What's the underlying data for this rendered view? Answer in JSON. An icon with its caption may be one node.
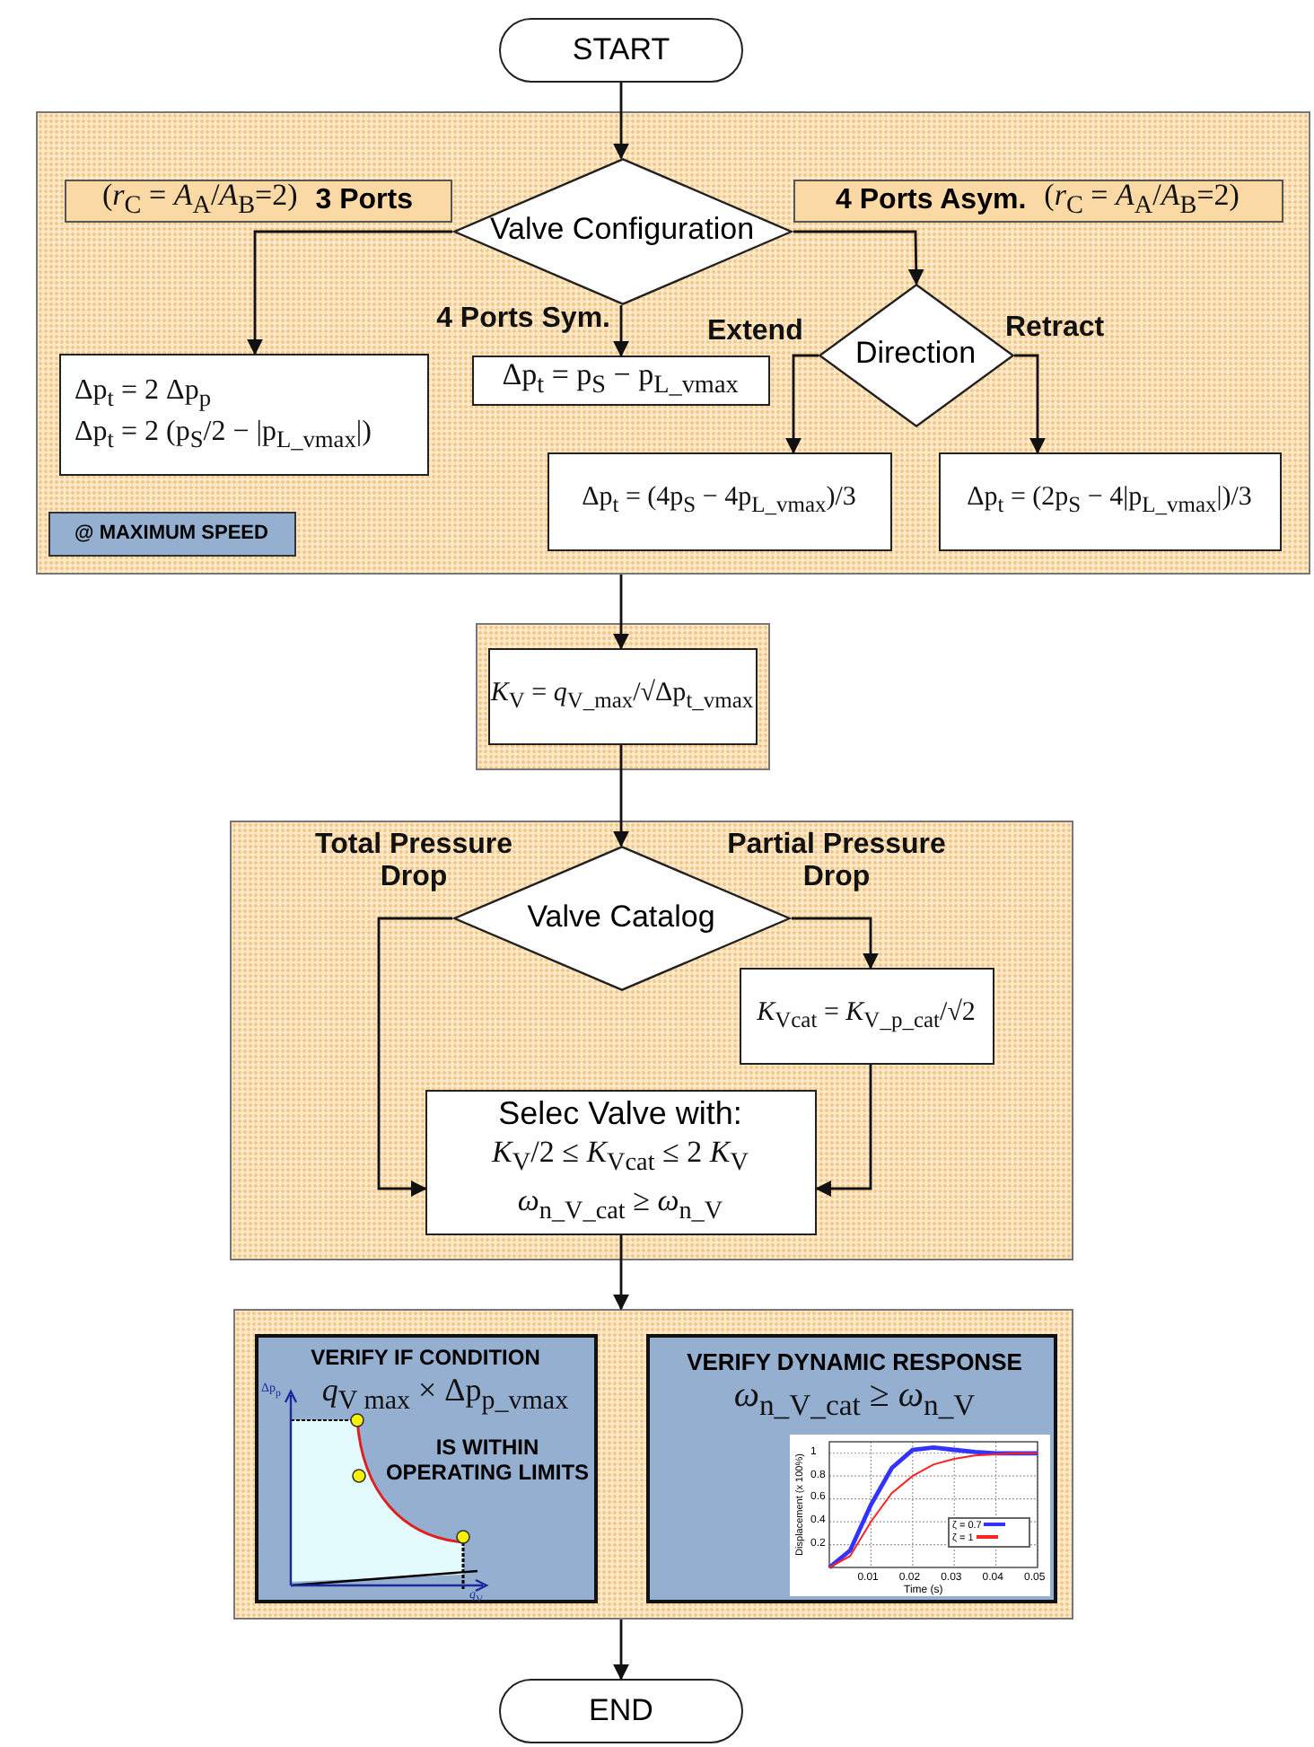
{
  "diagram": {
    "nodes": [
      {
        "text": [
          "START"
        ]
      },
      {
        "text": [],
        "shape": "box"
      },
      {
        "text": [
          "(*r*$_{C}$ = *A*$_{A}$/*A*$_{B}$=2)",
          "3 Ports"
        ],
        "in": 1
      },
      {
        "text": [
          "Valve Configuration"
        ],
        "in": 1
      },
      {
        "text": [
          "4 Ports Asym.",
          "(*r*$_{C}$ = *A*$_{A}$/*A*$_{B}$=2)"
        ],
        "in": 1
      },
      {
        "text": [
          "Δp$_{t}$ = 2 Δp$_{p}$",
          "Δp$_{t}$ = 2 (p$_{S}$/2 − |p$_{L_vmax}$|)"
        ],
        "in": 1
      },
      {
        "text": [
          "Δp$_{t}$ = p$_{S}$ − p$_{L_vmax}$"
        ],
        "in": 1
      },
      {
        "text": [
          "Direction"
        ],
        "in": 1
      },
      {
        "text": [
          "Δp$_{t}$ = (4p$_{S}$ − 4p$_{L_vmax}$)/3"
        ],
        "in": 1
      },
      {
        "text": [
          "Δp$_{t}$ = (2p$_{S}$ − 4|p$_{L_vmax}$|)/3"
        ],
        "in": 1
      },
      {
        "text": [
          "@ MAXIMUM SPEED"
        ],
        "in": 1
      },
      {
        "text": [],
        "shape": "box"
      },
      {
        "text": [
          "*K*$_{V}$ = *q*$_{V_max}$/√Δp$_{t_vmax}$"
        ],
        "in": 11
      },
      {
        "text": [],
        "shape": "box"
      },
      {
        "text": [
          "Valve Catalog"
        ],
        "in": 13
      },
      {
        "text": [
          "*K*$_{Vcat}$ = *K*$_{V_p_cat}$/√2"
        ],
        "in": 13
      },
      {
        "text": [
          "Selec Valve with:",
          "*K*$_{V}$/2 ≤ *K*$_{Vcat}$ ≤ 2 *K*$_{V}$",
          "*ω*$_{n_V_cat}$ ≥ *ω*$_{n_V}$"
        ],
        "in": 13
      },
      {
        "text": [],
        "shape": "box"
      },
      {
        "text": [
          "VERIFY IF CONDITION",
          "*q*$_{V max}$ × Δp$_{p_vmax}$",
          "IS WITHIN OPERATING LIMITS"
        ],
        "in": 17
      },
      {
        "text": [
          "VERIFY DYNAMIC RESPONSE",
          "*ω*$_{n_V_cat}$ ≥ *ω*$_{n_V}$"
        ],
        "in": 17
      },
      {
        "text": [
          "END"
        ]
      }
    ],
    "edges": [
      {
        "from": 0,
        "to": 3,
        "arrow": "to"
      },
      {
        "from": 3,
        "to": 5,
        "arrow": "to"
      },
      {
        "from": 3,
        "to": 6,
        "arrow": "to",
        "label": "4 Ports Sym."
      },
      {
        "from": 3,
        "to": 7,
        "arrow": "to"
      },
      {
        "from": 7,
        "to": 8,
        "arrow": "to",
        "label": "Extend"
      },
      {
        "from": 7,
        "to": 9,
        "arrow": "to",
        "label": "Retract"
      },
      {
        "from": 1,
        "to": 12,
        "arrow": "to"
      },
      {
        "from": 12,
        "to": 14,
        "arrow": "to"
      },
      {
        "from": 14,
        "to": 16,
        "arrow": "to",
        "label": "Total Pressure Drop"
      },
      {
        "from": 14,
        "to": 15,
        "arrow": "to",
        "label": "Partial Pressure Drop"
      },
      {
        "from": 15,
        "to": 16,
        "arrow": "to"
      },
      {
        "from": 16,
        "to": 17,
        "arrow": "to"
      },
      {
        "from": 17,
        "to": 20,
        "arrow": "to"
      }
    ],
    "labels": [
      "Δp$_{p}$",
      "*q*$_{V}$"
    ],
    "chart_data": {
      "type": "line",
      "xlabel": "Time (s)",
      "ylabel": "Displacement (x 100%)",
      "x": [
        0,
        0.005,
        0.01,
        0.015,
        0.02,
        0.025,
        0.03,
        0.035,
        0.04,
        0.045,
        0.05
      ],
      "series": [
        {
          "name": "ζ = 0.7",
          "color": "#3333ff",
          "values": [
            0,
            0.15,
            0.55,
            0.87,
            1.03,
            1.05,
            1.03,
            1.01,
            1.0,
            1.0,
            1.0
          ]
        },
        {
          "name": "ζ = 1",
          "color": "#ff2222",
          "values": [
            0,
            0.1,
            0.4,
            0.65,
            0.8,
            0.9,
            0.95,
            0.98,
            0.99,
            1.0,
            1.0
          ]
        }
      ],
      "grid": true,
      "legend": true,
      "xlim": [
        0,
        0.05
      ],
      "ylim": [
        0,
        1.1
      ],
      "xticks": [
        0.01,
        0.02,
        0.03,
        0.04,
        0.05
      ],
      "yticks": [
        0.2,
        0.4,
        0.6,
        0.8,
        1
      ]
    }
  }
}
